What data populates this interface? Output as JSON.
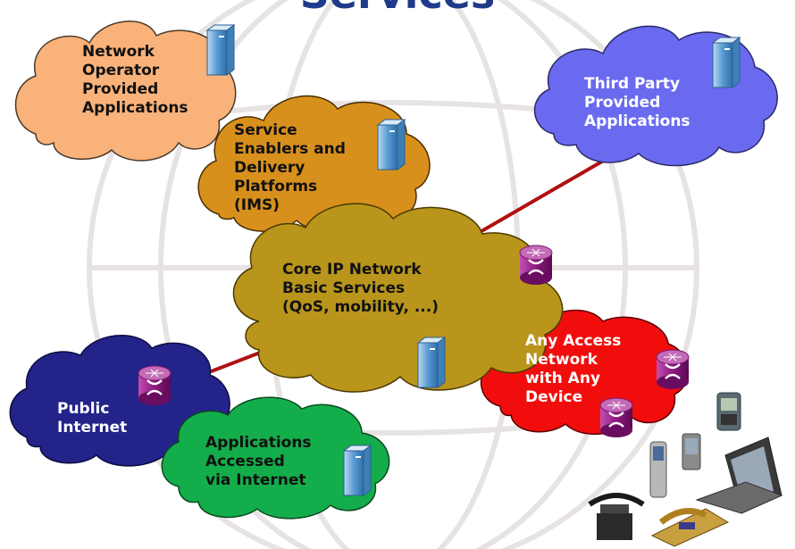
{
  "title": "Services",
  "clouds": {
    "operator": {
      "label": "Network\nOperator\nProvided\nApplications",
      "fill": "#f9b27a",
      "text_color": "#111111"
    },
    "third_party": {
      "label": "Third Party\nProvided\nApplications",
      "fill": "#6a6af0",
      "text_color": "#ffffff"
    },
    "enablers": {
      "label": "Service\nEnablers and\nDelivery\nPlatforms\n(IMS)",
      "fill": "#d8901c",
      "text_color": "#111111"
    },
    "core": {
      "label": "Core IP Network\nBasic Services\n(QoS, mobility, ...)",
      "fill": "#b9951b",
      "text_color": "#111111"
    },
    "access": {
      "label": "Any Access\nNetwork\nwith Any\nDevice",
      "fill": "#f20d0d",
      "text_color": "#ffffff"
    },
    "public": {
      "label": "Public\nInternet",
      "fill": "#23238a",
      "text_color": "#ffffff"
    },
    "apps_internet": {
      "label": "Applications\nAccessed\nvia Internet",
      "fill": "#14ad4b",
      "text_color": "#111111"
    }
  },
  "icons": [
    "server-icon",
    "router-icon",
    "telephone-icon",
    "mobile-phone-icon",
    "laptop-icon"
  ],
  "colors": {
    "link": "#b01010",
    "background_globe": "#e8e3e3",
    "server": "#5a9bd3",
    "router": "#9a1a8c"
  }
}
